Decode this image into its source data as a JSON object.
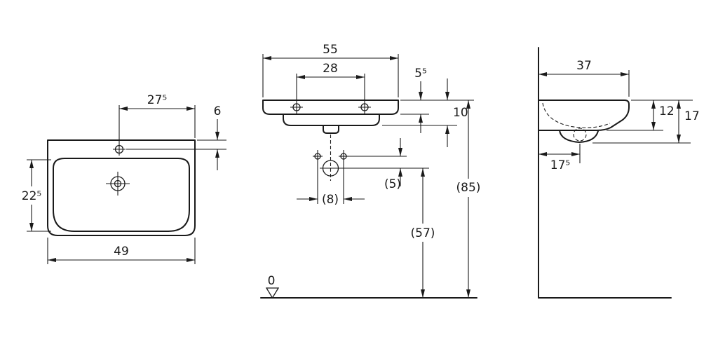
{
  "drawing": {
    "kind": "washbasin technical dimension drawing",
    "colors": {
      "line": "#1a1a1a",
      "background": "#ffffff"
    }
  },
  "views": {
    "top_view": {
      "dim_tap_offset": "27⁵",
      "dim_tap_setback": "6",
      "dim_bowl_depth": "22⁵",
      "dim_width": "49"
    },
    "front_view": {
      "dim_width": "55",
      "dim_tap_spacing": "28",
      "dim_rim_thickness": "5⁵",
      "dim_basin_height": "10",
      "dim_fixing_spacing": "(8)",
      "dim_fixing_to_trap": "(5)",
      "dim_trap_height": "(57)",
      "dim_total_height": "(85)",
      "datum_level": "0"
    },
    "side_view": {
      "dim_depth": "37",
      "dim_front_height": "12",
      "dim_back_height": "17",
      "dim_trap_offset": "17⁵"
    }
  }
}
